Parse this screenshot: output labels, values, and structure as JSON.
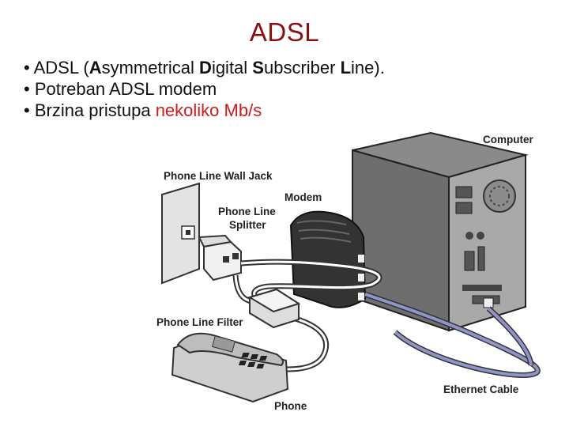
{
  "slide": {
    "title": "ADSL",
    "bullets": {
      "b1": {
        "pre": "ADSL  (",
        "p1_bold": "A",
        "p1_rest": "symmetrical ",
        "p2_bold": "D",
        "p2_rest": "igital ",
        "p3_bold": "S",
        "p3_rest": "ubscriber ",
        "p4_bold": "L",
        "p4_rest": "ine)."
      },
      "b2": {
        "text": "Potreban ADSL modem"
      },
      "b3": {
        "pre": "Brzina pristupa ",
        "highlight": "nekoliko Mb/s"
      }
    },
    "colors": {
      "title": "#8b0f0f",
      "highlight": "#d11a1a",
      "ethernet_cable": "#8f95c8"
    }
  },
  "diagram": {
    "labels": {
      "computer": "Computer",
      "wall_jack": "Phone Line Wall Jack",
      "modem": "Modem",
      "splitter_line1": "Phone Line",
      "splitter_line2": "Splitter",
      "filter": "Phone Line Filter",
      "ethernet": "Ethernet Cable",
      "phone": "Phone"
    }
  }
}
